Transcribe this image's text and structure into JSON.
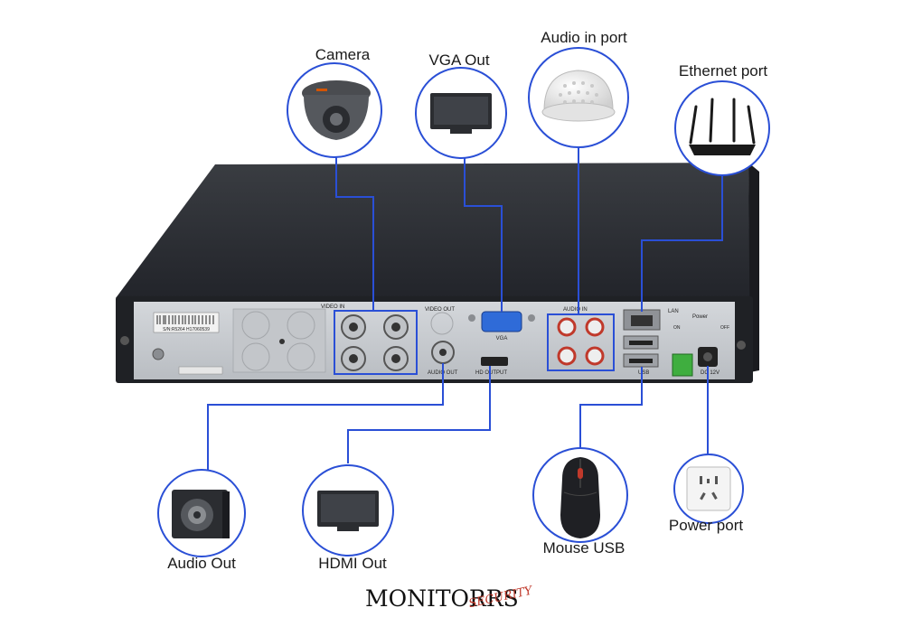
{
  "labels": {
    "camera": "Camera",
    "vga_out": "VGA Out",
    "audio_in": "Audio in port",
    "ethernet": "Ethernet port",
    "audio_out": "Audio Out",
    "hdmi_out": "HDMI Out",
    "mouse_usb": "Mouse USB",
    "power": "Power port"
  },
  "panel": {
    "serial": "S/N:R5264 H17060539",
    "video_in": "VIDEO    IN",
    "video_out": "VIDEO OUT",
    "vga": "VGA",
    "audio_out": "AUDIO  OUT",
    "hd_output": "HD OUTPUT",
    "audio_in": "AUDIO    IN",
    "lan": "LAN",
    "usb": "USB",
    "power": "Power",
    "on": "ON",
    "off": "OFF",
    "dc": "DC 12V"
  },
  "brand": {
    "name": "MONITORRS",
    "tag": "SECURITY"
  },
  "colors": {
    "connector": "#2a4fd6",
    "chassis": "#2b2d31",
    "panel": "#c9ccd0"
  }
}
